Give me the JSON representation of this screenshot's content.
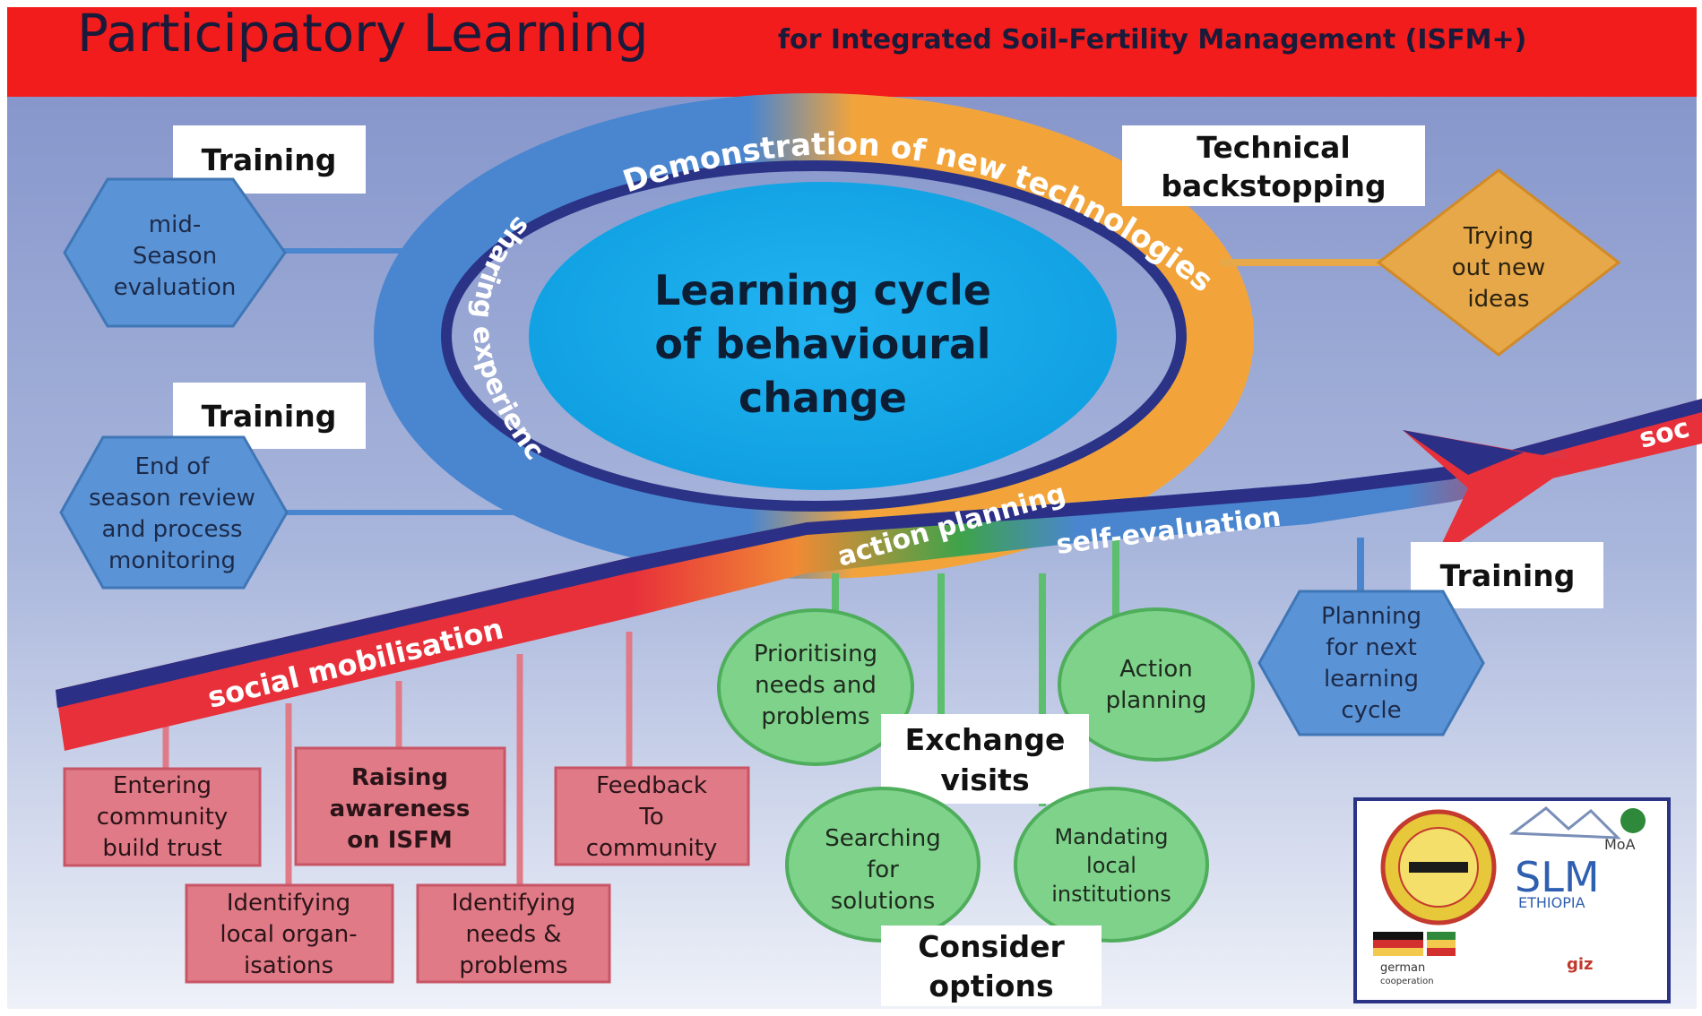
{
  "header": {
    "title_main": "Participatory Learning",
    "title_sub": "for Integrated Soil-Fertility Management (ISFM+)"
  },
  "center": {
    "line1": "Learning cycle",
    "line2": "of behavioural",
    "line3": "change"
  },
  "ring": {
    "demonstration": "Demonstration of new technologies",
    "sharing": "sharing experience",
    "action": "action planning",
    "self_eval": "self-evaluation"
  },
  "arrow": {
    "social": "social mobilisation",
    "tail": "soc"
  },
  "labels": {
    "training_1": "Training",
    "training_2": "Training",
    "training_3": "Training",
    "tech_line1": "Technical",
    "tech_line2": "backstopping",
    "exchange_line1": "Exchange",
    "exchange_line2": "visits",
    "consider_line1": "Consider",
    "consider_line2": "options"
  },
  "hexagons": {
    "midseason": [
      "mid-",
      "Season",
      "evaluation"
    ],
    "end_season": [
      "End of",
      "season review",
      "and process",
      "monitoring"
    ],
    "planning": [
      "Planning",
      "for next",
      "learning",
      "cycle"
    ]
  },
  "diamond": {
    "trying": [
      "Trying",
      "out new",
      "ideas"
    ]
  },
  "circles": {
    "prioritising": [
      "Prioritising",
      "needs and",
      "problems"
    ],
    "action": [
      "Action",
      "planning"
    ],
    "searching": [
      "Searching",
      "for",
      "solutions"
    ],
    "mandating": [
      "Mandating",
      "local",
      "institutions"
    ]
  },
  "boxes": {
    "entering": [
      "Entering",
      "community",
      "build trust"
    ],
    "raising": [
      "Raising",
      "awareness",
      "on ISFM"
    ],
    "feedback": [
      "Feedback",
      "To",
      "community"
    ],
    "identifying_orgs": [
      "Identifying",
      "local organ-",
      "isations"
    ],
    "identifying_needs": [
      "Identifying",
      "needs &",
      "problems"
    ]
  },
  "logos": {
    "moa": "MoA",
    "slm": "SLM",
    "ethiopia": "ETHIOPIA",
    "german": "german",
    "cooperation": "cooperation",
    "giz": "giz"
  },
  "colors": {
    "header_red": "#f21c1c",
    "background_top": "#8e9fcf",
    "background_bottom": "#e9eef7",
    "ring_blue": "#4a86cf",
    "ring_orange": "#f2a43b",
    "ring_dark": "#2a3386",
    "center_blue": "#12a7e8",
    "hexagon_blue": "#5b94d6",
    "diamond_gold": "#e7a84a",
    "circle_green": "#7ed28a",
    "box_pink": "#e07a87",
    "arrow_red": "#e8303a",
    "arrow_navy": "#2b2f86"
  }
}
